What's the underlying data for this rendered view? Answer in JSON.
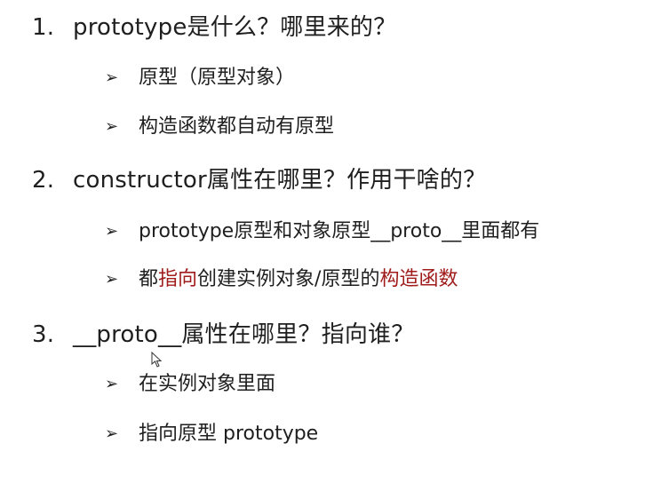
{
  "questions": [
    {
      "number": "1.",
      "text": "prototype是什么？哪里来的？",
      "bullets": [
        {
          "segments": [
            {
              "text": "原型（原型对象）",
              "highlight": false
            }
          ]
        },
        {
          "segments": [
            {
              "text": "构造函数都自动有原型",
              "highlight": false
            }
          ]
        }
      ]
    },
    {
      "number": "2.",
      "text": "constructor属性在哪里？作用干啥的？",
      "bullets": [
        {
          "segments": [
            {
              "text": "prototype原型和对象原型__proto__里面都有",
              "highlight": false
            }
          ]
        },
        {
          "segments": [
            {
              "text": "都",
              "highlight": false
            },
            {
              "text": "指向",
              "highlight": true
            },
            {
              "text": "创建实例对象/原型的",
              "highlight": false
            },
            {
              "text": "构造函数",
              "highlight": true
            }
          ]
        }
      ]
    },
    {
      "number": "3.",
      "text": "__proto__属性在哪里？指向谁？",
      "bullets": [
        {
          "segments": [
            {
              "text": "在实例对象里面",
              "highlight": false
            }
          ]
        },
        {
          "segments": [
            {
              "text": "指向原型 prototype",
              "highlight": false
            }
          ]
        }
      ]
    }
  ],
  "bullet_glyph": "➢",
  "colors": {
    "text": "#1f1f1f",
    "highlight": "#a01c1c",
    "background": "#ffffff"
  }
}
